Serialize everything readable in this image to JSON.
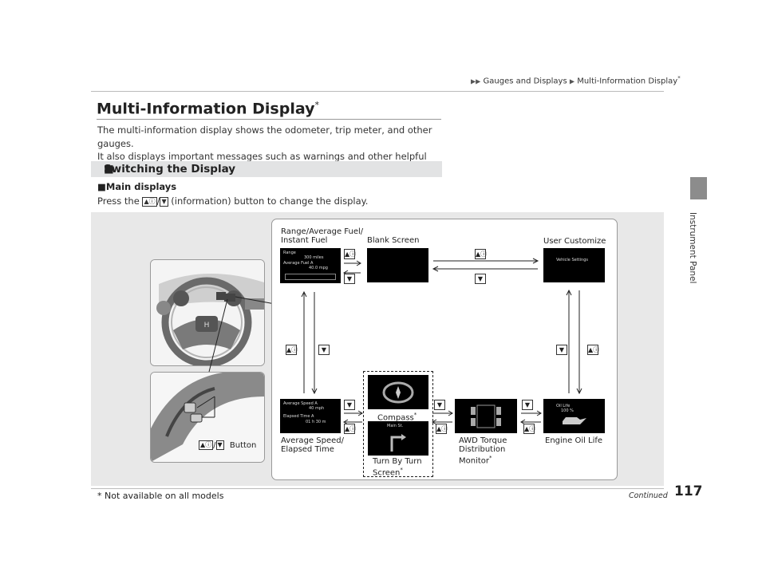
{
  "header": {
    "breadcrumb_1": "Gauges and Displays",
    "breadcrumb_2": "Multi-Information Display",
    "breadcrumb_star": "*",
    "side_label": "Instrument Panel",
    "page_number": "117",
    "continued": "Continued"
  },
  "main": {
    "title": "Multi-Information Display",
    "title_star": "*",
    "intro_line1": "The multi-information display shows the odometer, trip meter, and other gauges.",
    "intro_line2": "It also displays important messages such as warnings and other helpful information.",
    "section_title": "Switching the Display",
    "sub_heading": "Main displays",
    "press_before": "Press the",
    "press_after": "(information) button to change the display."
  },
  "diagram": {
    "button_up": "▲ⓘ",
    "button_down": "▼",
    "button_sep": "/",
    "button_label": "Button",
    "labels": {
      "range_line1": "Range/Average Fuel/",
      "range_line2": "Instant Fuel",
      "blank": "Blank Screen",
      "user_customize": "User Customize",
      "compass": "Compass",
      "avg_speed_line1": "Average Speed/",
      "avg_speed_line2": "Elapsed Time",
      "turn_line1": "Turn By Turn",
      "turn_line2": "Screen",
      "awd_line1": "AWD Torque",
      "awd_line2": "Distribution",
      "awd_line3": "Monitor",
      "oil_life": "Engine Oil Life",
      "star": "*"
    },
    "screens": {
      "range_title": "Range",
      "range_value": "300 miles",
      "avg_fuel_title": "Average Fuel A",
      "avg_fuel_value": "40.0 mpg",
      "vehicle_settings": "Vehicle Settings",
      "avg_speed_title": "Average Speed A",
      "avg_speed_value": "40 mph",
      "elapsed_title": "Elapsed Time A",
      "elapsed_value": "01 h 30 m",
      "street": "Main St.",
      "oil_title": "Oil Life",
      "oil_value": "100 %"
    }
  },
  "footer": {
    "footnote": "* Not available on all models"
  },
  "colors": {
    "section_bar": "#e2e3e4",
    "band": "#e8e8e8",
    "side_tab": "#8c8c8c"
  }
}
